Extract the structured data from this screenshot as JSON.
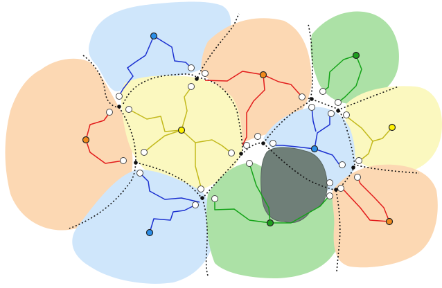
{
  "colors": {
    "blue_region": "#cfe6fb",
    "orange_region": "#fcd8b3",
    "yellow_region": "#fbf8bf",
    "green_region": "#ace1a6",
    "obstacle": "#6f7f78",
    "obstacle_stroke": "#58655f",
    "blue_edge": "#1a2fd0",
    "orange_edge": "#e21b1b",
    "yellow_edge": "#c2b91c",
    "green_edge": "#14a318",
    "blue_node": "#2b8ee8",
    "orange_node": "#f08a1c",
    "yellow_node": "#fff200",
    "green_node": "#1e9e1e",
    "port": "#ffffff",
    "junction": "#111111",
    "boundary": "#111111"
  },
  "regions": [
    {
      "name": "blue-region-top",
      "color": "blue"
    },
    {
      "name": "orange-region-left",
      "color": "orange"
    },
    {
      "name": "orange-region-top",
      "color": "orange"
    },
    {
      "name": "green-region-top-right",
      "color": "green"
    },
    {
      "name": "yellow-region-center-left",
      "color": "yellow"
    },
    {
      "name": "yellow-region-right",
      "color": "yellow"
    },
    {
      "name": "blue-region-center",
      "color": "blue"
    },
    {
      "name": "blue-region-bottom-left",
      "color": "blue"
    },
    {
      "name": "green-region-bottom",
      "color": "green"
    },
    {
      "name": "orange-region-bottom-right",
      "color": "orange"
    }
  ],
  "obstacle": {
    "name": "gray-obstacle",
    "color": "obstacle"
  },
  "boundaries": [
    {
      "name": "boundary-line-1"
    },
    {
      "name": "boundary-line-2"
    },
    {
      "name": "boundary-line-3"
    },
    {
      "name": "boundary-line-4"
    },
    {
      "name": "boundary-line-5"
    },
    {
      "name": "boundary-line-6"
    },
    {
      "name": "boundary-line-7"
    },
    {
      "name": "boundary-line-8"
    },
    {
      "name": "boundary-line-9"
    },
    {
      "name": "boundary-line-10"
    },
    {
      "name": "boundary-line-11"
    },
    {
      "name": "boundary-line-12"
    }
  ],
  "edges": [
    {
      "name": "blue-edge-top-1",
      "color": "blue"
    },
    {
      "name": "blue-edge-top-2",
      "color": "blue"
    },
    {
      "name": "orange-edge-left-1",
      "color": "orange"
    },
    {
      "name": "orange-edge-left-2",
      "color": "orange"
    },
    {
      "name": "orange-edge-top-1",
      "color": "orange"
    },
    {
      "name": "orange-edge-top-2",
      "color": "orange"
    },
    {
      "name": "orange-edge-top-3",
      "color": "orange"
    },
    {
      "name": "green-edge-top-1",
      "color": "green"
    },
    {
      "name": "green-edge-top-2",
      "color": "green"
    },
    {
      "name": "yellow-edge-1",
      "color": "yellow"
    },
    {
      "name": "yellow-edge-2",
      "color": "yellow"
    },
    {
      "name": "yellow-edge-3",
      "color": "yellow"
    },
    {
      "name": "yellow-edge-4",
      "color": "yellow"
    },
    {
      "name": "yellow-edge-5",
      "color": "yellow"
    },
    {
      "name": "yellow-edge-right-1",
      "color": "yellow"
    },
    {
      "name": "yellow-edge-right-2",
      "color": "yellow"
    },
    {
      "name": "blue-edge-center-1",
      "color": "blue"
    },
    {
      "name": "blue-edge-center-2",
      "color": "blue"
    },
    {
      "name": "blue-edge-center-3",
      "color": "blue"
    },
    {
      "name": "blue-edge-center-4",
      "color": "blue"
    },
    {
      "name": "blue-edge-bottom-1",
      "color": "blue"
    },
    {
      "name": "blue-edge-bottom-2",
      "color": "blue"
    },
    {
      "name": "green-edge-bottom-1",
      "color": "green"
    },
    {
      "name": "green-edge-bottom-2",
      "color": "green"
    },
    {
      "name": "green-edge-bottom-3",
      "color": "green"
    },
    {
      "name": "orange-edge-bottom-1",
      "color": "orange"
    },
    {
      "name": "orange-edge-bottom-2",
      "color": "orange"
    }
  ],
  "terminals": [
    {
      "name": "blue-terminal-top",
      "color": "blue"
    },
    {
      "name": "orange-terminal-left",
      "color": "orange"
    },
    {
      "name": "orange-terminal-top",
      "color": "orange"
    },
    {
      "name": "green-terminal-top",
      "color": "green"
    },
    {
      "name": "yellow-terminal-center",
      "color": "yellow"
    },
    {
      "name": "yellow-terminal-right",
      "color": "yellow"
    },
    {
      "name": "blue-terminal-center",
      "color": "blue"
    },
    {
      "name": "blue-terminal-bottom",
      "color": "blue"
    },
    {
      "name": "green-terminal-bottom",
      "color": "green"
    },
    {
      "name": "orange-terminal-bottom",
      "color": "orange"
    }
  ],
  "junctions": [
    {
      "name": "junction-upper-left"
    },
    {
      "name": "junction-top-center"
    },
    {
      "name": "junction-upper-right"
    },
    {
      "name": "junction-right-top"
    },
    {
      "name": "junction-left"
    },
    {
      "name": "junction-center"
    },
    {
      "name": "junction-center-right"
    },
    {
      "name": "junction-right"
    },
    {
      "name": "junction-right-bottom"
    },
    {
      "name": "junction-bottom"
    }
  ]
}
